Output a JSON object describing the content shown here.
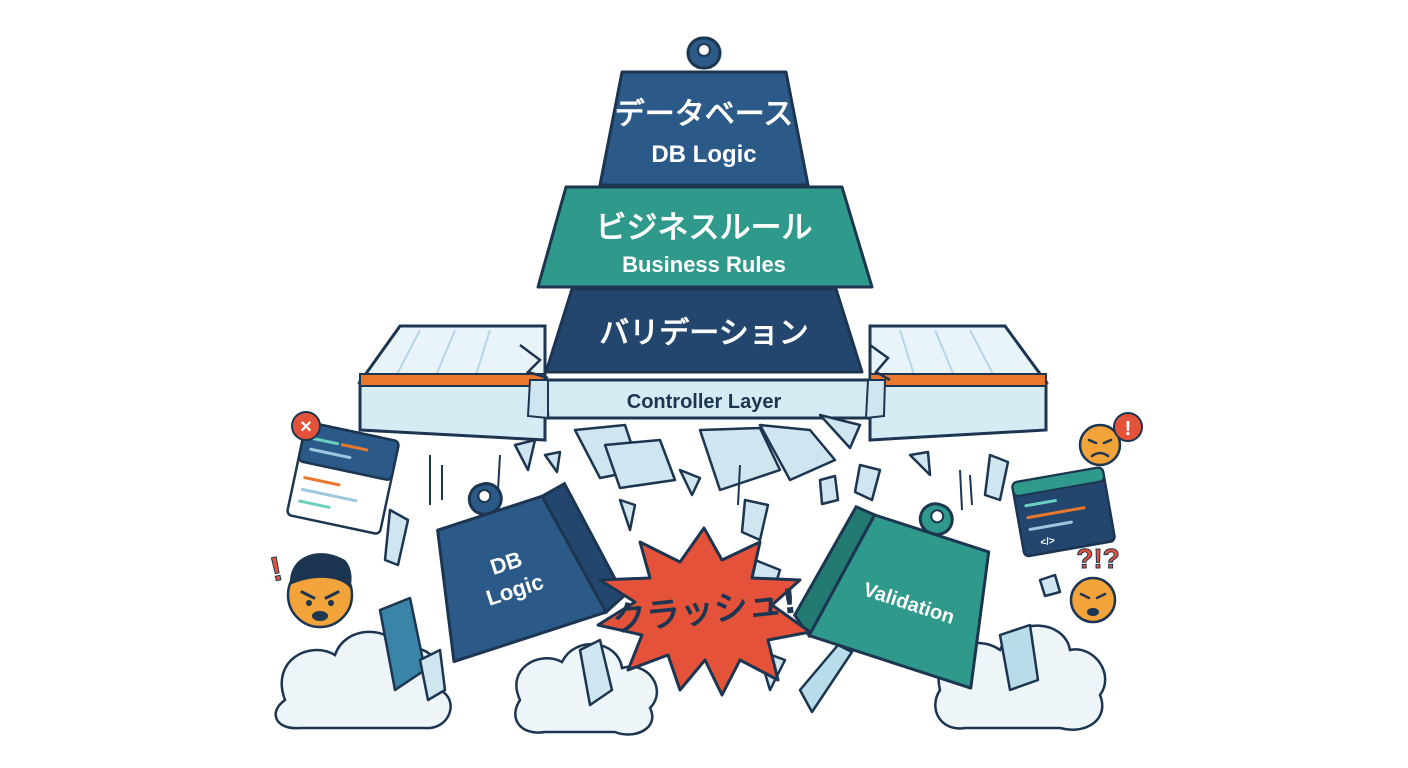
{
  "colors": {
    "navy": "#2c5a88",
    "navy_dark": "#23466e",
    "teal": "#2f9a8c",
    "teal_dark": "#237a70",
    "outline": "#1c3550",
    "slab_face": "#d6ecf5",
    "slab_top": "#e8f4f9",
    "orange": "#e9782e",
    "ice": "#cfe6f0",
    "burst_red": "#e5523a",
    "face_orange": "#f2a33a",
    "alert_red": "#e5523a"
  },
  "stack": {
    "top_weight": {
      "jp": "データベース",
      "en": "DB Logic"
    },
    "middle_weight": {
      "jp": "ビジネスルール",
      "en": "Business Rules"
    },
    "bottom_weight": {
      "jp": "バリデーション"
    }
  },
  "controller": {
    "label": "Controller Layer"
  },
  "falling": {
    "left_weight": {
      "line1": "DB",
      "line2": "Logic"
    },
    "right_weight": {
      "label": "Validation"
    }
  },
  "crash": {
    "label": "クラッシュ!"
  },
  "symbols": {
    "error_badge": "×",
    "alert_badge": "!",
    "exclaim": "!",
    "confusion": "?!?",
    "code_tag": "</>"
  },
  "icons": {
    "hook": "weight-hook-icon",
    "window": "code-window-icon",
    "face": "frustrated-face-icon",
    "cloud": "dust-cloud-icon"
  }
}
